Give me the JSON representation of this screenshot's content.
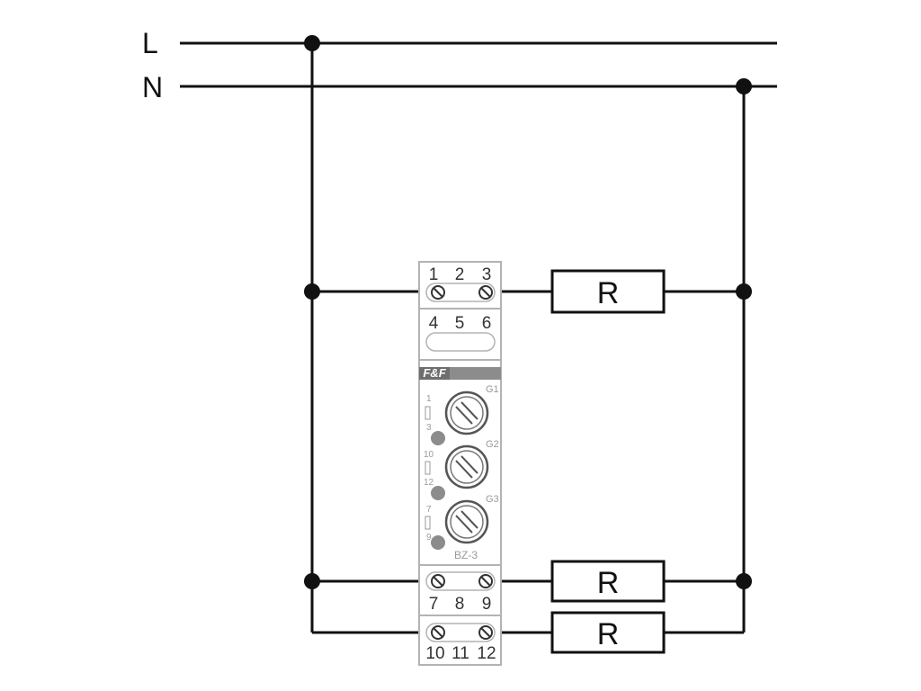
{
  "supply": {
    "line_label": "L",
    "neutral_label": "N"
  },
  "loads": [
    {
      "label": "R"
    },
    {
      "label": "R"
    },
    {
      "label": "R"
    }
  ],
  "device": {
    "brand": "F&F",
    "model": "BZ-3",
    "terminals": {
      "top_row_1": [
        "1",
        "2",
        "3"
      ],
      "top_row_2": [
        "4",
        "5",
        "6"
      ],
      "bottom_row_1": [
        "7",
        "8",
        "9"
      ],
      "bottom_row_2": [
        "10",
        "11",
        "12"
      ]
    },
    "dials": [
      {
        "label": "G1",
        "contact_top": "1",
        "contact_bottom": "3"
      },
      {
        "label": "G2",
        "contact_top": "10",
        "contact_bottom": "12"
      },
      {
        "label": "G3",
        "contact_top": "7",
        "contact_bottom": "9"
      }
    ]
  },
  "colors": {
    "wire": "#111111",
    "device_outline": "#b3b3b3",
    "device_band": "#8c8c8c",
    "led": "#8c8c8c"
  }
}
